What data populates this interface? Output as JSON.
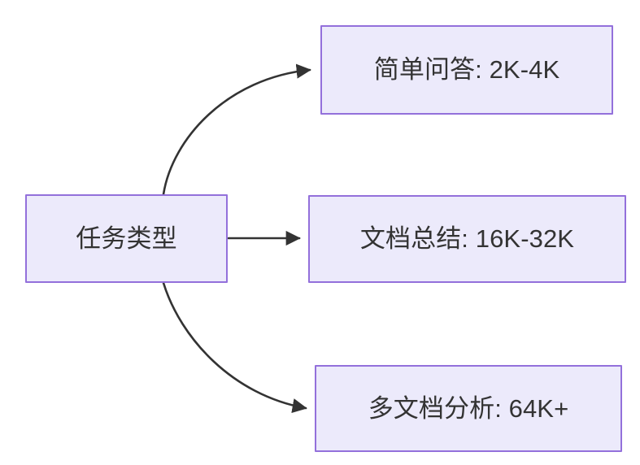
{
  "diagram": {
    "type": "flowchart",
    "direction": "left-to-right",
    "background_color": "#FFFFFF",
    "node_fill_color": "#ECEAFB",
    "node_border_color": "#9370DB",
    "node_text_color": "#333333",
    "edge_color": "#333333",
    "root": {
      "id": "task-type",
      "label": "任务类型"
    },
    "branches": [
      {
        "id": "simple-qa",
        "label": "简单问答: 2K-4K",
        "task": "简单问答",
        "range": "2K-4K",
        "edge_style": "curved-up",
        "arrow": "arrowhead-right"
      },
      {
        "id": "doc-summary",
        "label": "文档总结: 16K-32K",
        "task": "文档总结",
        "range": "16K-32K",
        "edge_style": "straight",
        "arrow": "arrowhead-right"
      },
      {
        "id": "multi-doc",
        "label": "多文档分析: 64K+",
        "task": "多文档分析",
        "range": "64K+",
        "edge_style": "curved-down",
        "arrow": "arrowhead-right"
      }
    ]
  }
}
